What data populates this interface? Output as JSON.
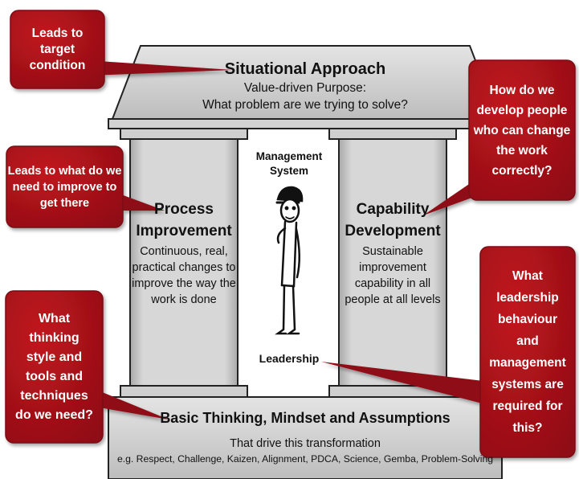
{
  "roof": {
    "title": "Situational Approach",
    "line1": "Value-driven Purpose:",
    "line2": "What problem are we trying to solve?"
  },
  "left_pillar": {
    "title_line1": "Process",
    "title_line2": "Improvement",
    "body": [
      "Continuous, real,",
      "practical changes to",
      "improve the way the",
      "work is done"
    ]
  },
  "right_pillar": {
    "title_line1": "Capability",
    "title_line2": "Development",
    "body": [
      "Sustainable",
      "improvement",
      "capability in all",
      "people at all levels"
    ]
  },
  "center": {
    "top_line1": "Management",
    "top_line2": "System",
    "bottom": "Leadership"
  },
  "base": {
    "title": "Basic Thinking, Mindset and Assumptions",
    "line1": "That drive this transformation",
    "line2": "e.g. Respect, Challenge, Kaizen, Alignment, PDCA, Science, Gemba, Problem-Solving"
  },
  "callouts": {
    "top_left": [
      "Leads to",
      "target",
      "condition"
    ],
    "mid_left": [
      "Leads to what do we",
      "need to improve to",
      "get there"
    ],
    "bottom_left": [
      "What",
      "thinking",
      "style and",
      "tools and",
      "techniques",
      "do we need?"
    ],
    "top_right": [
      "How do we",
      "develop people",
      "who can change",
      "the work",
      "correctly?"
    ],
    "bottom_right": [
      "What",
      "leadership",
      "behaviour",
      "and",
      "management",
      "systems are",
      "required for",
      "this?"
    ]
  },
  "colors": {
    "callout_fill": "#a3131a",
    "callout_dark": "#7a0d12",
    "stone": "#cfcfcf",
    "stone_dark": "#9d9d9d",
    "outline": "#222222"
  }
}
